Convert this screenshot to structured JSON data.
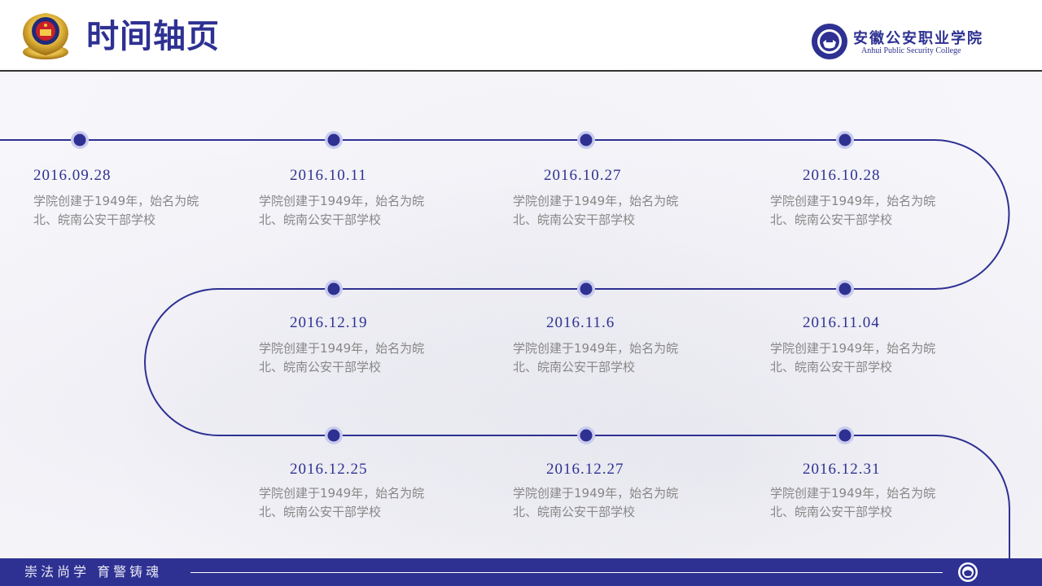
{
  "header": {
    "title": "时间轴页",
    "college_name_cn": "安徽公安职业学院",
    "college_name_en": "Anhui Public Security College",
    "emblem_icon": "police-emblem-icon",
    "college_logo_icon": "college-seal-icon"
  },
  "colors": {
    "primary": "#2e3192",
    "dot_halo": "#c9cbee",
    "text_gray": "#888888",
    "footer_bg": "#2e3192"
  },
  "timeline": {
    "events": [
      {
        "date": "2016.09.28",
        "desc": "学院创建于1949年，始名为皖北、皖南公安干部学校"
      },
      {
        "date": "2016.10.11",
        "desc": "学院创建于1949年，始名为皖北、皖南公安干部学校"
      },
      {
        "date": "2016.10.27",
        "desc": "学院创建于1949年，始名为皖北、皖南公安干部学校"
      },
      {
        "date": "2016.10.28",
        "desc": "学院创建于1949年，始名为皖北、皖南公安干部学校"
      },
      {
        "date": "2016.11.04",
        "desc": "学院创建于1949年，始名为皖北、皖南公安干部学校"
      },
      {
        "date": "2016.11.6",
        "desc": "学院创建于1949年，始名为皖北、皖南公安干部学校"
      },
      {
        "date": "2016.12.19",
        "desc": "学院创建于1949年，始名为皖北、皖南公安干部学校"
      },
      {
        "date": "2016.12.25",
        "desc": "学院创建于1949年，始名为皖北、皖南公安干部学校"
      },
      {
        "date": "2016.12.27",
        "desc": "学院创建于1949年，始名为皖北、皖南公安干部学校"
      },
      {
        "date": "2016.12.31",
        "desc": "学院创建于1949年，始名为皖北、皖南公安干部学校"
      }
    ]
  },
  "footer": {
    "slogan": "崇法尚学  育警铸魂",
    "badge_icon": "college-seal-icon"
  }
}
